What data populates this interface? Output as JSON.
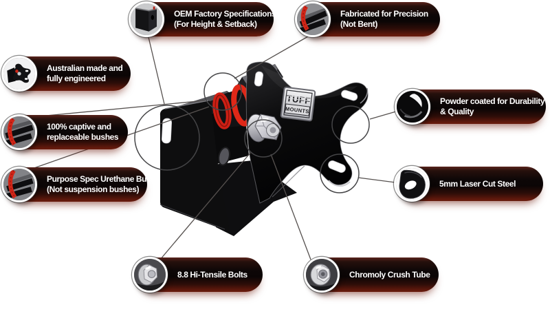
{
  "title": "Tuff Mounts engine mount features infographic",
  "badge": {
    "line1": "TUFF",
    "line2": "MOUNTS"
  },
  "colors": {
    "background": "#ffffff",
    "pill_dark": "#0c0606",
    "pill_glow": "#6b1c0e",
    "text": "#ffffff",
    "connector_line": "#56514f",
    "magnifier_circle": "#454547",
    "bush_red": "#d32517",
    "steel_light": "#e9e9ec",
    "steel_dark": "#8d8d95",
    "product_black": "#0c0c0d"
  },
  "callouts": [
    {
      "id": "oem",
      "icon": "bracket-channel-icon",
      "line1": "OEM Factory Specifications",
      "line2": "(For Height & Setback)"
    },
    {
      "id": "fabricated",
      "icon": "red-bush-strap-icon",
      "line1": "Fabricated for Precision",
      "line2": "(Not Bent)"
    },
    {
      "id": "australian",
      "icon": "full-mount-icon",
      "line1": "Australian made and",
      "line2": "fully engineered"
    },
    {
      "id": "captive",
      "icon": "red-bush-strap-icon",
      "line1": "100% captive and",
      "line2": "replaceable bushes"
    },
    {
      "id": "urethane",
      "icon": "red-bush-strap-icon",
      "line1": "Purpose Spec Urethane Bush",
      "line2": "(Not suspension bushes)"
    },
    {
      "id": "powder",
      "icon": "gloss-black-icon",
      "line1": "Powder coated for Durability",
      "line2": "& Quality"
    },
    {
      "id": "laser",
      "icon": "laser-cut-plate-icon",
      "line1": "5mm Laser Cut Steel",
      "line2": ""
    },
    {
      "id": "bolts",
      "icon": "hex-bolt-icon",
      "line1": "8.8 Hi-Tensile Bolts",
      "line2": ""
    },
    {
      "id": "chromoly",
      "icon": "crush-tube-icon",
      "line1": "Chromoly Crush Tube",
      "line2": ""
    }
  ]
}
